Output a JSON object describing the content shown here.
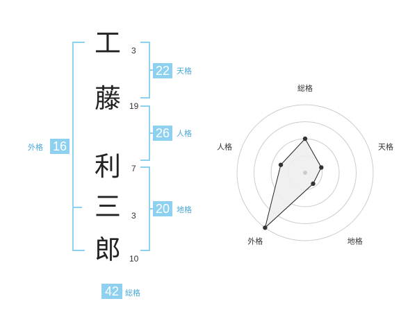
{
  "name": {
    "chars": [
      {
        "char": "工",
        "strokes": "3"
      },
      {
        "char": "藤",
        "strokes": "19"
      },
      {
        "char": "利",
        "strokes": "7"
      },
      {
        "char": "三",
        "strokes": "3"
      },
      {
        "char": "郎",
        "strokes": "10"
      }
    ]
  },
  "fortunes": {
    "tenkaku": {
      "value": "22",
      "label": "天格"
    },
    "jinkaku": {
      "value": "26",
      "label": "人格"
    },
    "chikaku": {
      "value": "20",
      "label": "地格"
    },
    "gaikaku": {
      "value": "16",
      "label": "外格"
    },
    "soukaku": {
      "value": "42",
      "label": "総格"
    }
  },
  "colors": {
    "accent": "#8dd0f0",
    "accent_text": "#4aa8d8",
    "fill": "#eeeeee"
  },
  "chart_data": {
    "type": "radar",
    "axes": [
      "総格",
      "天格",
      "地格",
      "外格",
      "人格"
    ],
    "levels": 4,
    "max": 4,
    "values": [
      2.0,
      1.0,
      0.8,
      4.0,
      1.5
    ]
  }
}
